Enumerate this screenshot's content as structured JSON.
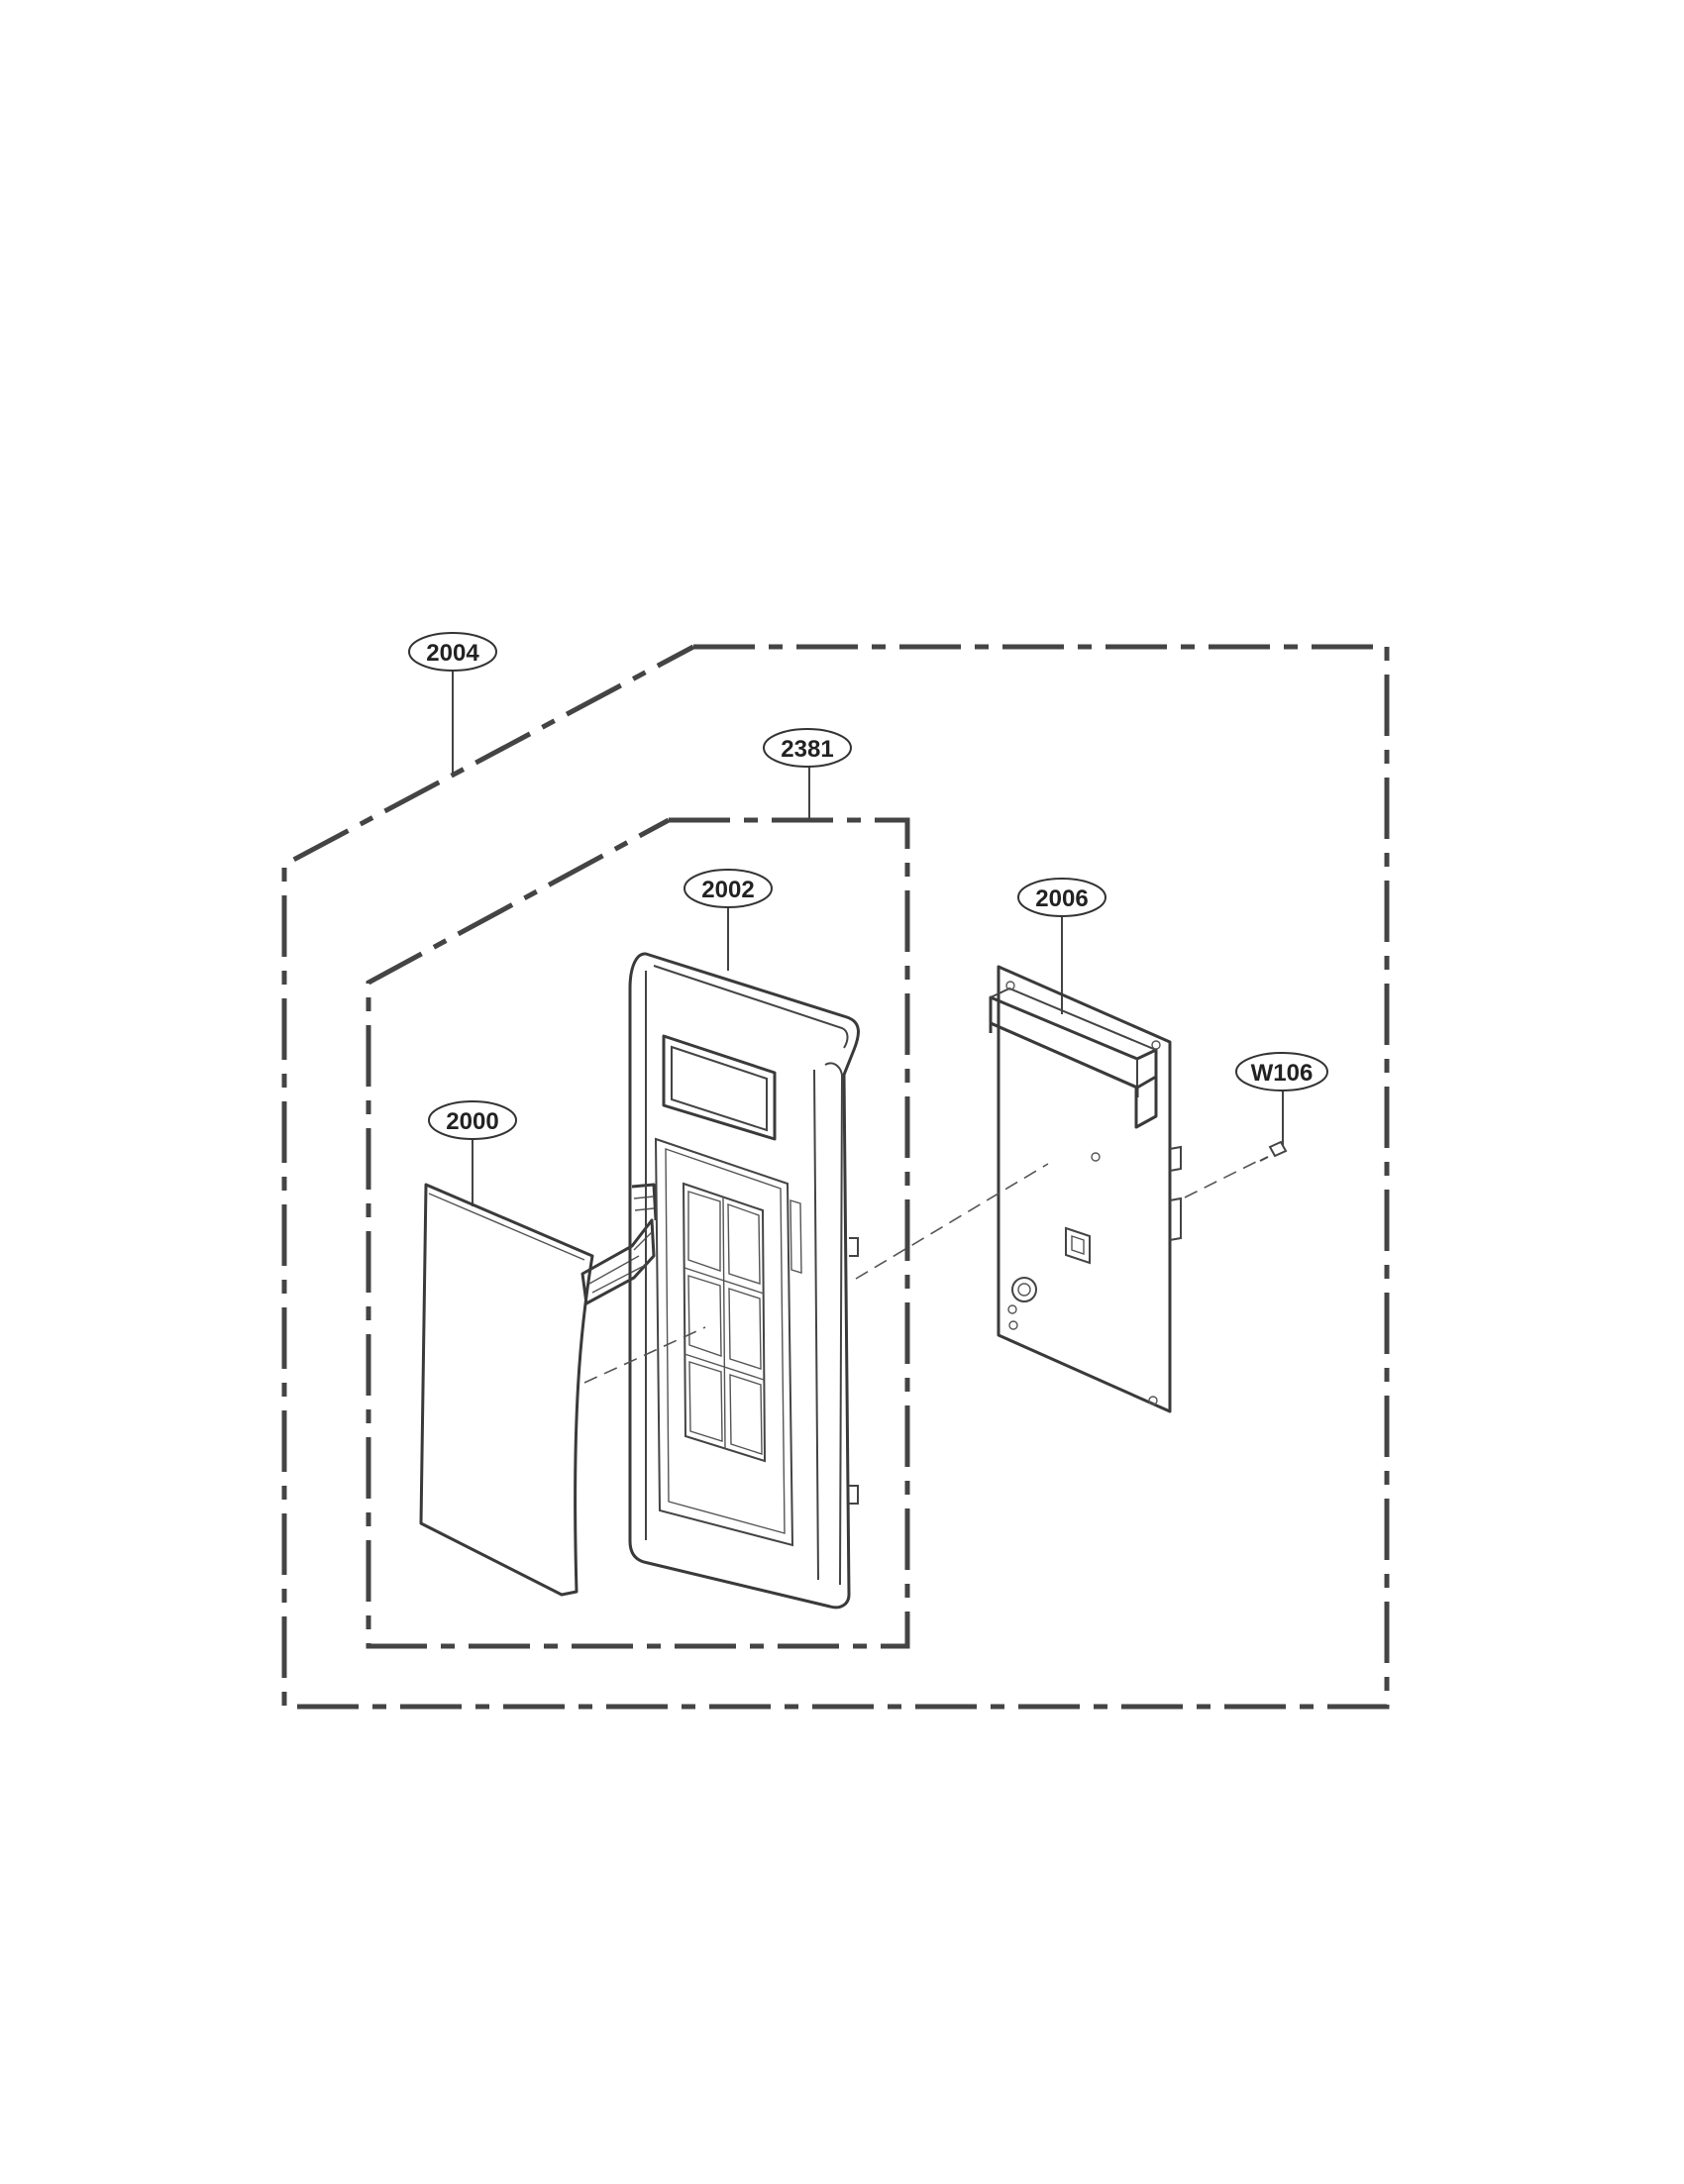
{
  "callouts": {
    "c2004": "2004",
    "c2381": "2381",
    "c2002": "2002",
    "c2006": "2006",
    "c2000": "2000",
    "cW106": "W106"
  }
}
